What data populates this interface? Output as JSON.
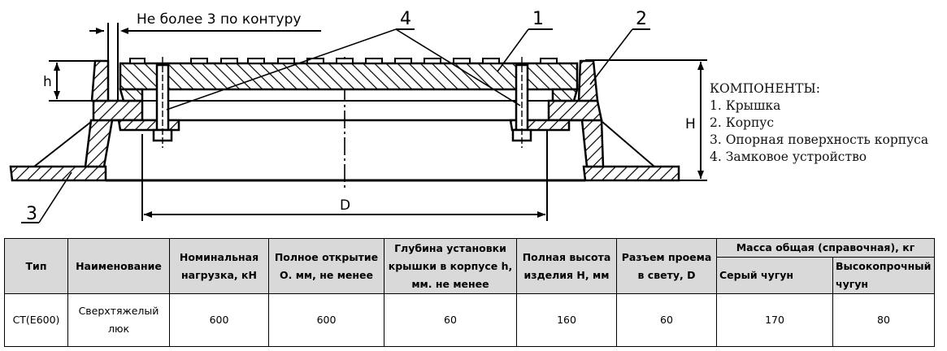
{
  "drawing": {
    "dimension_note": "Не более 3 по контуру",
    "dim_h": "h",
    "dim_H": "H",
    "dim_D": "D",
    "callouts": [
      "1",
      "2",
      "3",
      "4"
    ]
  },
  "legend": {
    "title": "КОМПОНЕНТЫ:",
    "items": [
      "1. Крышка",
      "2. Корпус",
      "3. Опорная поверхность корпуса",
      "4. Замковое устройство"
    ]
  },
  "table": {
    "headers": {
      "type": "Тип",
      "name": "Наименование",
      "load": "Номинальная нагрузка, кН",
      "opening": "Полное открытие О. мм, не менее",
      "depth": "Глубина установки крышки в корпусе h, мм. не менее",
      "height": "Полная высота изделия Н, мм",
      "clear_opening": "Разъем проема в свету, D",
      "mass_group": "Масса общая (справочная), кг",
      "mass_grey": "Серый чугун",
      "mass_ductile": "Высокопрочный чугун"
    },
    "rows": [
      {
        "type": "СТ(Е600)",
        "name": "Сверхтяжелый люк",
        "load": "600",
        "opening": "600",
        "depth": "60",
        "height": "160",
        "clear_opening": "60",
        "mass_grey": "170",
        "mass_ductile": "80"
      }
    ]
  }
}
